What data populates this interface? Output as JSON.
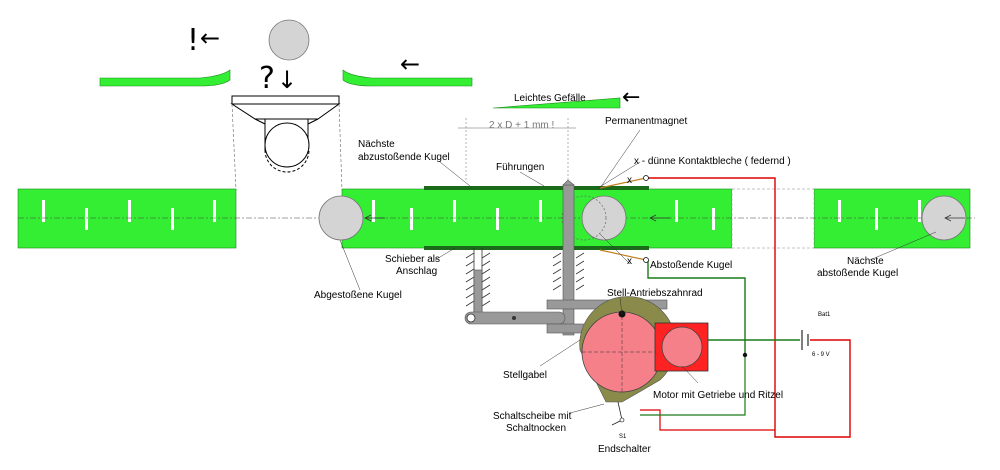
{
  "labels": {
    "gefaelle": "Leichtes Gefälle",
    "dim": "2 x D + 1 mm !",
    "permanentmagnet": "Permanentmagnet",
    "naechste_kugel_1": "Nächste",
    "naechste_kugel_2": "abzustoßende Kugel",
    "fuehrungen": "Führungen",
    "kontaktbleche": "x - dünne Kontaktbleche ( federnd )",
    "x_top": "x",
    "x_bottom": "x",
    "schieber_1": "Schieber als",
    "schieber_2": "Anschlag",
    "abgestossene": "Abgestoßene Kugel",
    "abstossende": "Abstoßende Kugel",
    "naechste_right_1": "Nächste",
    "naechste_right_2": "abstoßende Kugel",
    "antriebszahnrad": "Stell-Antriebszahnrad",
    "bat_name": "Bat1",
    "bat_voltage": "6 - 9 V",
    "stellgabel": "Stellgabel",
    "motor": "Motor mit Getriebe und  Ritzel",
    "schaltscheibe_1": "Schaltscheibe mit",
    "schaltscheibe_2": "Schaltnocken",
    "s1": "S1",
    "endschalter": "Endschalter",
    "exclaim": "!",
    "question": "?",
    "arrow_left_1": "←",
    "arrow_down": "↓",
    "arrow_left_2": "←",
    "arrow_left_3": "←"
  },
  "colors": {
    "track_green": "#33ee33",
    "motor_red": "#ff2222",
    "disc_olive": "#8a8a4a",
    "gear_pink": "#f5808a",
    "ball_gray": "#d4d4d4",
    "wire_green": "#1a7a1a",
    "wire_red": "#dd0000"
  }
}
